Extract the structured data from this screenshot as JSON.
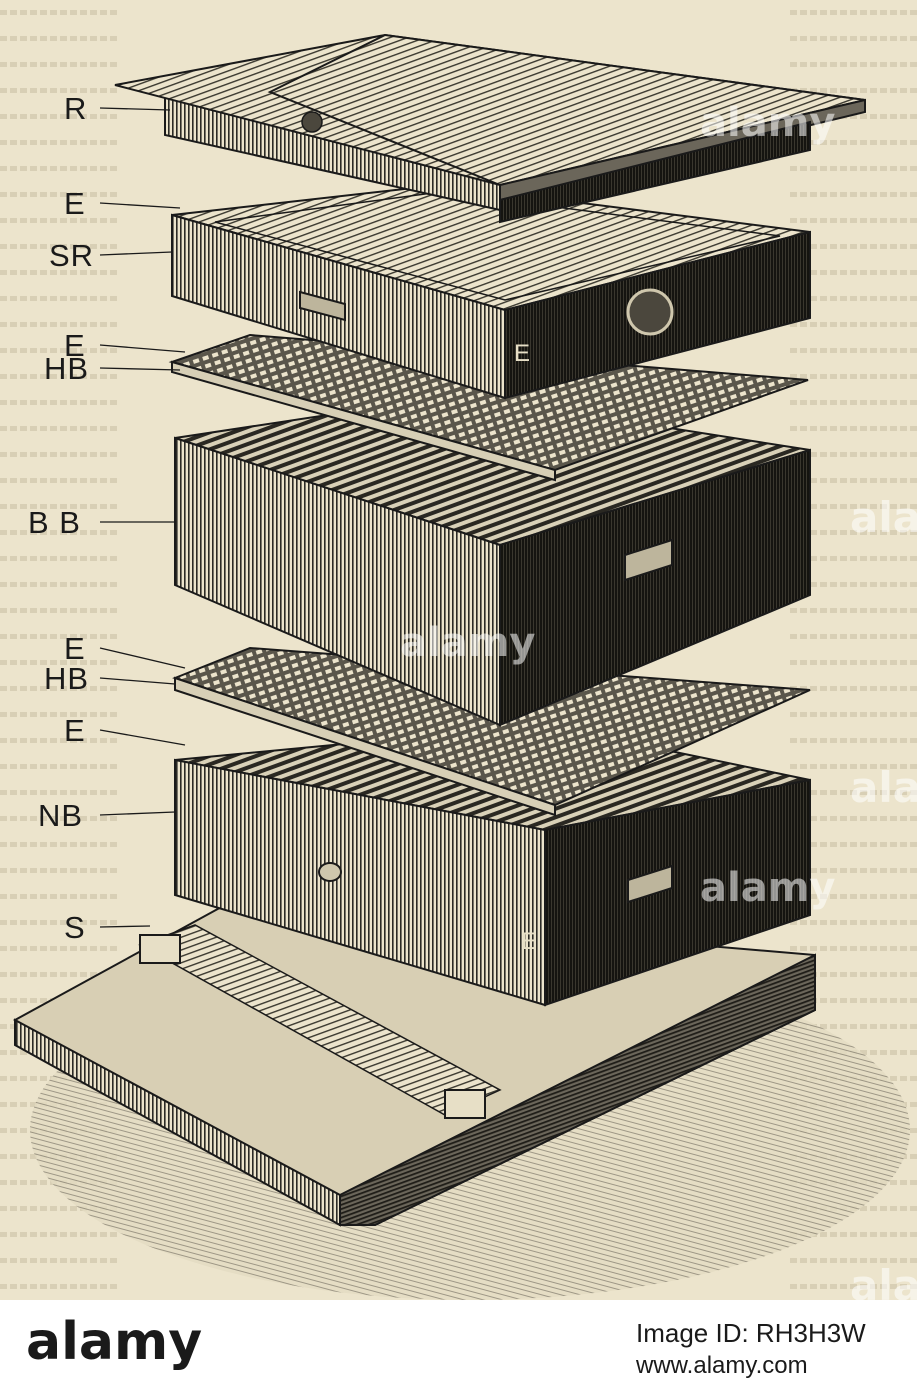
{
  "labels": {
    "r": "R",
    "e1": "E",
    "sr": "SR",
    "e2": "E",
    "hb1": "HB",
    "bb": "B B",
    "e3": "E",
    "hb2": "HB",
    "e4": "E",
    "nb": "NB",
    "s": "S"
  },
  "box_marks": {
    "sr_side": "E",
    "nb_side": "E"
  },
  "watermark": {
    "text": "alamy",
    "edge": "alar"
  },
  "footer": {
    "logo": "alamy",
    "image_id": "Image ID: RH3H3W",
    "url": "www.alamy.com"
  },
  "colors": {
    "paper": "#ece4cc",
    "ink": "#1a1a1a",
    "footer_bg": "#ffffff"
  }
}
